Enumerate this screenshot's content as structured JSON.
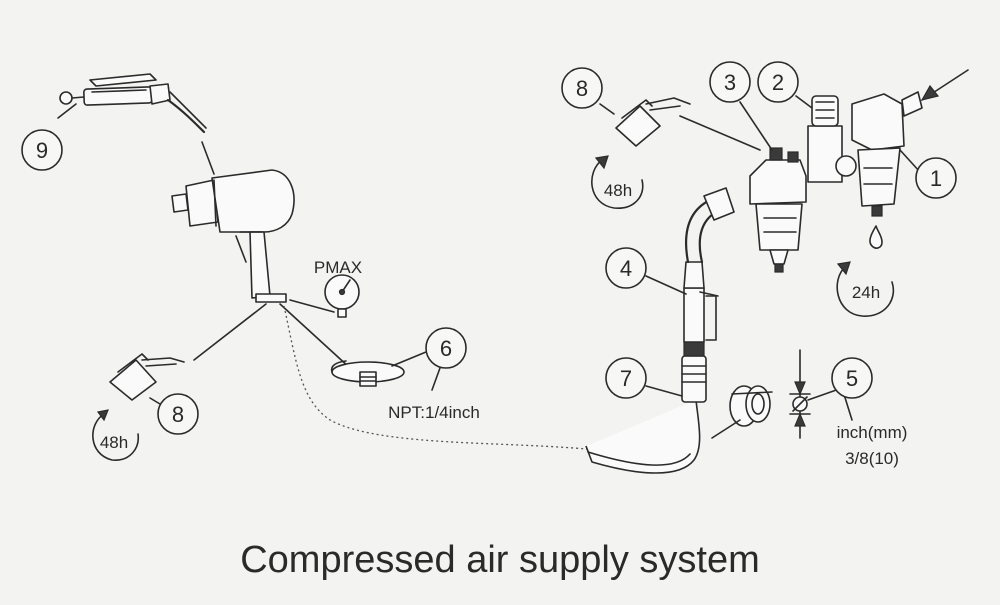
{
  "title": "Compressed air supply system",
  "callouts": {
    "c1": "1",
    "c2": "2",
    "c3": "3",
    "c4": "4",
    "c5": "5",
    "c6": "6",
    "c7": "7",
    "c8a": "8",
    "c8b": "8",
    "c9": "9"
  },
  "intervals": {
    "top_right_oiler": "48h",
    "left_oiler": "48h",
    "drain": "24h"
  },
  "labels": {
    "pmax": "PMAX",
    "npt": "NPT:1/4inch",
    "hose_unit": "inch(mm)",
    "hose_size": "3/8(10)"
  },
  "icons": {
    "grease_gun": "grease-gun-icon",
    "impact_wrench": "impact-wrench-icon",
    "pressure_gauge": "pressure-gauge-icon",
    "oil_can": "oil-can-icon",
    "frl_unit": "filter-regulator-lubricator-icon",
    "quick_coupler": "quick-coupler-icon",
    "drop": "water-drop-icon",
    "rotation_arrow": "rotation-arrow-icon"
  }
}
